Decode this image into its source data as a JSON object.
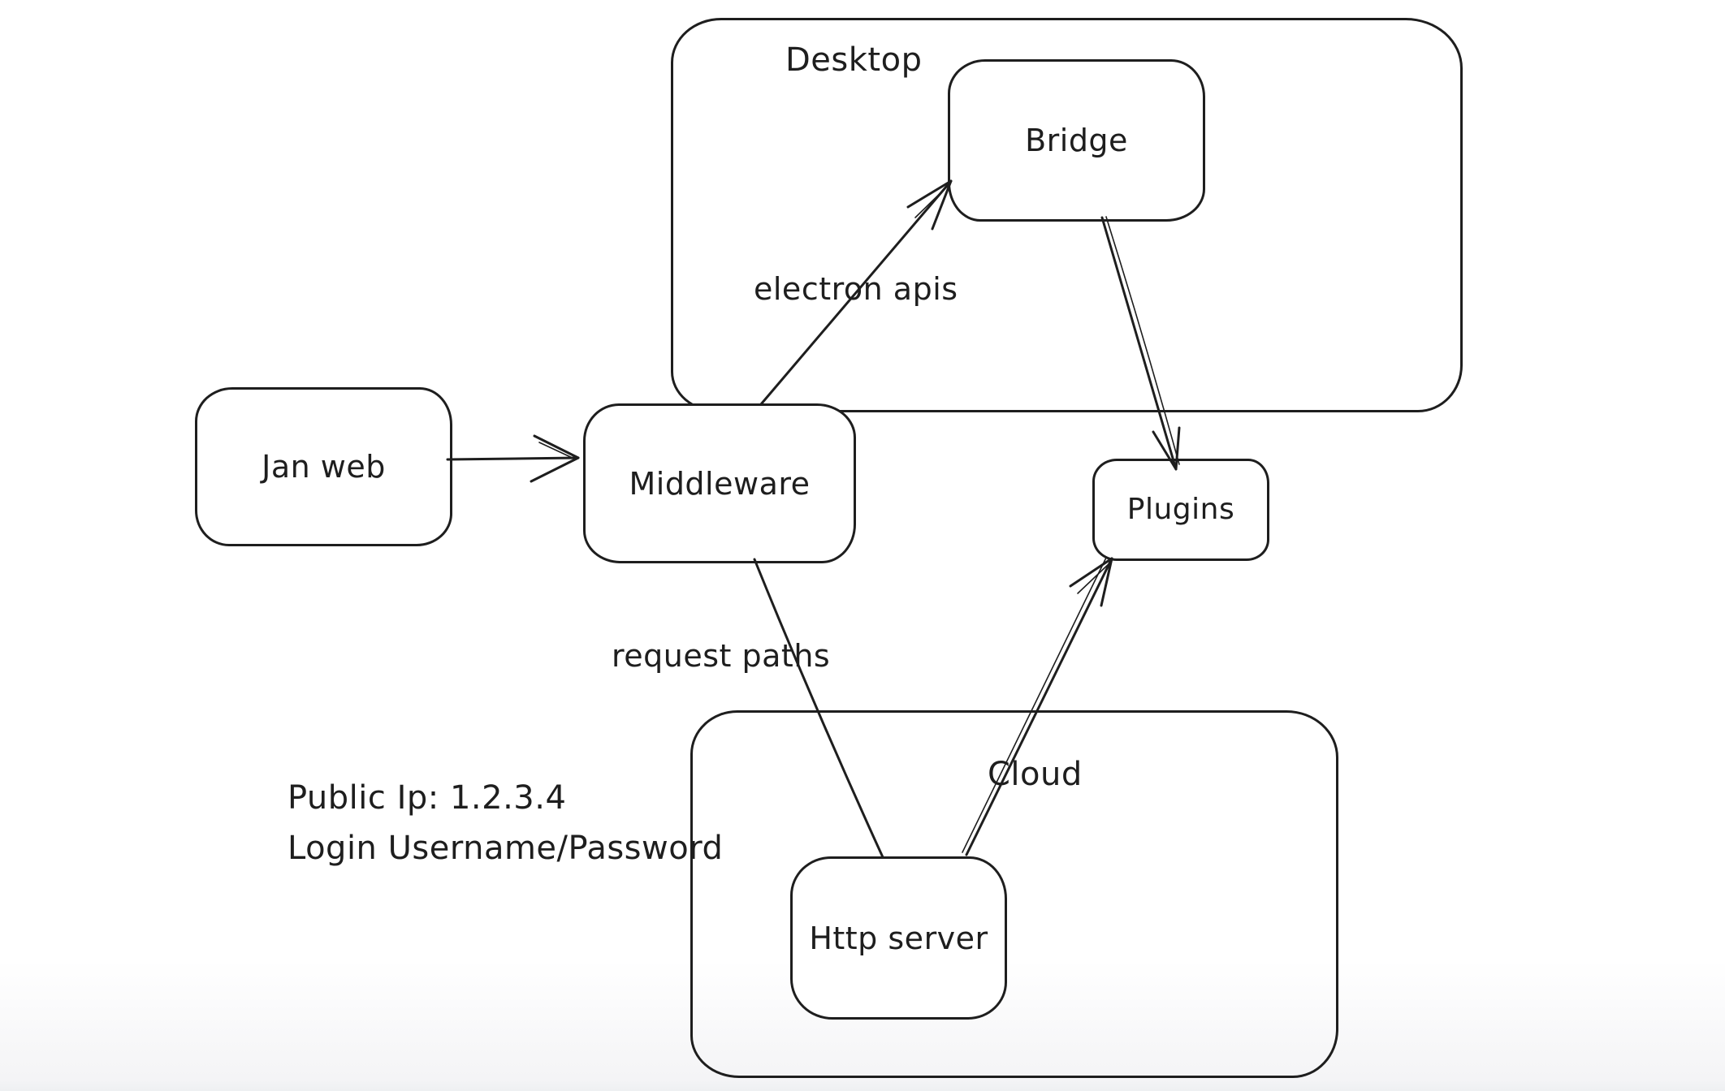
{
  "page": {
    "background_color": "#ffffff",
    "bottom_fade_color": "#eef0f2",
    "stroke_color": "#1e1e1e"
  },
  "diagram": {
    "containers": [
      {
        "id": "desktop",
        "label": "Desktop"
      },
      {
        "id": "cloud",
        "label": "Cloud"
      }
    ],
    "nodes": [
      {
        "id": "jan-web",
        "label": "Jan web"
      },
      {
        "id": "middleware",
        "label": "Middleware"
      },
      {
        "id": "bridge",
        "label": "Bridge",
        "inside": "desktop"
      },
      {
        "id": "plugins",
        "label": "Plugins"
      },
      {
        "id": "http-server",
        "label": "Http server",
        "inside": "cloud"
      }
    ],
    "edges": [
      {
        "from": "jan-web",
        "to": "middleware",
        "arrowhead": "end",
        "label": ""
      },
      {
        "from": "middleware",
        "to": "bridge",
        "arrowhead": "end",
        "label": "electron apis"
      },
      {
        "from": "bridge",
        "to": "plugins",
        "arrowhead": "end",
        "label": ""
      },
      {
        "from": "middleware",
        "to": "http-server",
        "arrowhead": "none",
        "label": "request paths"
      },
      {
        "from": "http-server",
        "to": "plugins",
        "arrowhead": "end",
        "label": ""
      }
    ],
    "annotation": {
      "line1": "Public Ip: 1.2.3.4",
      "line2": "Login Username/Password"
    }
  }
}
